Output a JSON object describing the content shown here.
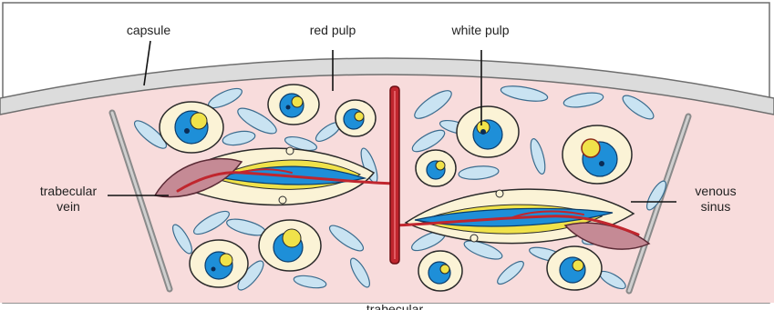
{
  "figure": {
    "subject": "Spleen section: capsule, red pulp, white pulp, trabeculae and venous sinus",
    "labels": {
      "capsule": "capsule",
      "red_pulp": "red pulp",
      "white_pulp": "white pulp",
      "trabecular_vein_line1": "trabecular",
      "trabecular_vein_line2": "vein",
      "venous_sinus_line1": "venous",
      "venous_sinus_line2": "sinus",
      "trabecular_artery_cut": "trabecular"
    }
  },
  "colors": {
    "capsule": "#d9d9d9",
    "capsule_outline": "#6e6e6e",
    "red_pulp": "#f8dcdc",
    "white_pulp_halo": "#fbf3d6",
    "artery": "#c0262e",
    "lymphoid": "#1e8fd8",
    "germinal": "#f0e24a",
    "sinus": "#c9e3f2",
    "trabecular_vein": "#c58a95"
  }
}
